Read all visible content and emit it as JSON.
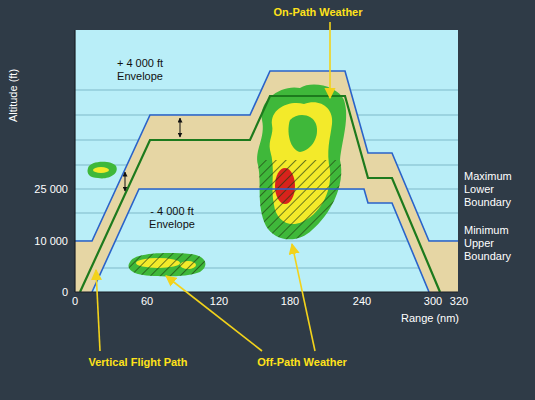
{
  "diagram": {
    "labels": [
      "On-Path Weather",
      "+ 4 000 ft Envelope",
      "Altitude (ft)",
      "25 000",
      "10 000",
      "0",
      "Maximum Lower Boundary",
      "- 4 000 ft Envelope",
      "Minimum Upper Boundary",
      "0",
      "60",
      "120",
      "180",
      "240",
      "300",
      "320",
      "Range (nm)",
      "Vertical Flight Path",
      "Off-Path Weather"
    ]
  }
}
